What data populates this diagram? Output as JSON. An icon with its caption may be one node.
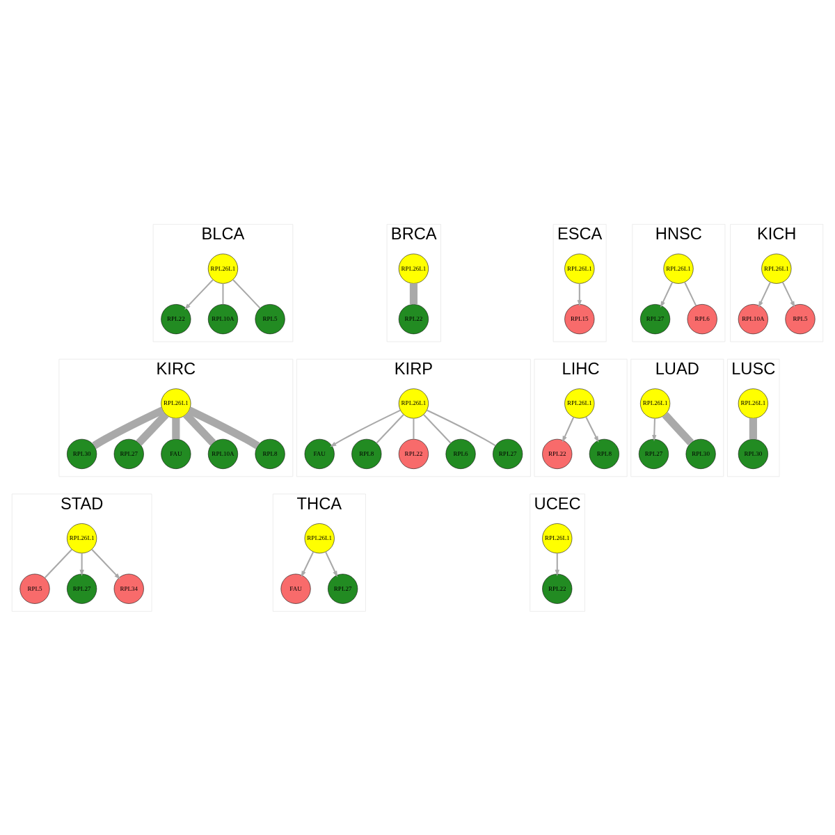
{
  "diagram": {
    "nodes": [
      {
        "text": [
          "BLCA"
        ]
      },
      {
        "text": [
          "RPL22"
        ],
        "in": 0
      },
      {
        "text": [
          "RPL26L1"
        ],
        "in": 0
      },
      {
        "text": [
          "RPL10A"
        ],
        "in": 0
      },
      {
        "text": [
          "RPL5"
        ],
        "in": 0
      },
      {
        "text": [
          "BRCA"
        ]
      },
      {
        "text": [
          "RPL22"
        ],
        "in": 5
      },
      {
        "text": [
          "RPL26L1"
        ],
        "in": 5
      },
      {
        "text": [
          "ESCA"
        ]
      },
      {
        "text": [
          "RPL15"
        ],
        "in": 8
      },
      {
        "text": [
          "RPL26L1"
        ],
        "in": 8
      },
      {
        "text": [
          "HNSC"
        ]
      },
      {
        "text": [
          "RPL27"
        ],
        "in": 11
      },
      {
        "text": [
          "RPL26L1"
        ],
        "in": 11
      },
      {
        "text": [
          "RPL6"
        ],
        "in": 11
      },
      {
        "text": [
          "KICH"
        ]
      },
      {
        "text": [
          "RPL10A"
        ],
        "in": 15
      },
      {
        "text": [
          "RPL26L1"
        ],
        "in": 15
      },
      {
        "text": [
          "RPL5"
        ],
        "in": 15
      },
      {
        "text": [
          "KIRC"
        ]
      },
      {
        "text": [
          "RPL30"
        ],
        "in": 19
      },
      {
        "text": [
          "RPL27"
        ],
        "in": 19
      },
      {
        "text": [
          "FAU"
        ],
        "in": 19
      },
      {
        "text": [
          "RPL26L1"
        ],
        "in": 19
      },
      {
        "text": [
          "RPL10A"
        ],
        "in": 19
      },
      {
        "text": [
          "RPL8"
        ],
        "in": 19
      },
      {
        "text": [
          "KIRP"
        ]
      },
      {
        "text": [
          "FAU"
        ],
        "in": 26
      },
      {
        "text": [
          "RPL8"
        ],
        "in": 26
      },
      {
        "text": [
          "RPL22"
        ],
        "in": 26
      },
      {
        "text": [
          "RPL26L1"
        ],
        "in": 26
      },
      {
        "text": [
          "RPL6"
        ],
        "in": 26
      },
      {
        "text": [
          "RPL27"
        ],
        "in": 26
      },
      {
        "text": [
          "LIHC"
        ]
      },
      {
        "text": [
          "RPL22"
        ],
        "in": 33
      },
      {
        "text": [
          "RPL26L1"
        ],
        "in": 33
      },
      {
        "text": [
          "RPL8"
        ],
        "in": 33
      },
      {
        "text": [
          "LUAD"
        ]
      },
      {
        "text": [
          "RPL27"
        ],
        "in": 37
      },
      {
        "text": [
          "RPL26L1"
        ],
        "in": 37
      },
      {
        "text": [
          "RPL30"
        ],
        "in": 37
      },
      {
        "text": [
          "LUSC"
        ]
      },
      {
        "text": [
          "RPL30"
        ],
        "in": 41
      },
      {
        "text": [
          "RPL26L1"
        ],
        "in": 41
      },
      {
        "text": [
          "STAD"
        ]
      },
      {
        "text": [
          "RPL5"
        ],
        "in": 44
      },
      {
        "text": [
          "RPL27"
        ],
        "in": 44
      },
      {
        "text": [
          "RPL26L1"
        ],
        "in": 44
      },
      {
        "text": [
          "RPL34"
        ],
        "in": 44
      },
      {
        "text": [
          "THCA"
        ]
      },
      {
        "text": [
          "FAU"
        ],
        "in": 49
      },
      {
        "text": [
          "RPL26L1"
        ],
        "in": 49
      },
      {
        "text": [
          "RPL27"
        ],
        "in": 49
      },
      {
        "text": [
          "UCEC"
        ]
      },
      {
        "text": [
          "RPL26L1"
        ],
        "in": 53
      },
      {
        "text": [
          "RPL22"
        ],
        "in": 53
      }
    ],
    "edges": [
      {
        "from": 2,
        "to": 1,
        "arrow": "to"
      },
      {
        "from": 2,
        "to": 3,
        "arrow": "none"
      },
      {
        "from": 2,
        "to": 4,
        "arrow": "none"
      },
      {
        "from": 7,
        "to": 6,
        "arrow": "none",
        "style": "thick"
      },
      {
        "from": 10,
        "to": 9,
        "arrow": "to"
      },
      {
        "from": 13,
        "to": 12,
        "arrow": "to"
      },
      {
        "from": 13,
        "to": 14,
        "arrow": "none"
      },
      {
        "from": 17,
        "to": 16,
        "arrow": "to"
      },
      {
        "from": 17,
        "to": 18,
        "arrow": "to"
      },
      {
        "from": 23,
        "to": 20,
        "arrow": "none",
        "style": "thick"
      },
      {
        "from": 23,
        "to": 21,
        "arrow": "none",
        "style": "thick"
      },
      {
        "from": 23,
        "to": 22,
        "arrow": "none",
        "style": "thick"
      },
      {
        "from": 23,
        "to": 24,
        "arrow": "none",
        "style": "thick"
      },
      {
        "from": 23,
        "to": 25,
        "arrow": "none",
        "style": "thick"
      },
      {
        "from": 30,
        "to": 27,
        "arrow": "to"
      },
      {
        "from": 30,
        "to": 28,
        "arrow": "none"
      },
      {
        "from": 30,
        "to": 29,
        "arrow": "none"
      },
      {
        "from": 30,
        "to": 31,
        "arrow": "none"
      },
      {
        "from": 30,
        "to": 32,
        "arrow": "none"
      },
      {
        "from": 35,
        "to": 34,
        "arrow": "to"
      },
      {
        "from": 35,
        "to": 36,
        "arrow": "to"
      },
      {
        "from": 39,
        "to": 38,
        "arrow": "to"
      },
      {
        "from": 39,
        "to": 40,
        "arrow": "none",
        "style": "thick"
      },
      {
        "from": 43,
        "to": 42,
        "arrow": "none",
        "style": "thick"
      },
      {
        "from": 47,
        "to": 45,
        "arrow": "none"
      },
      {
        "from": 47,
        "to": 46,
        "arrow": "to"
      },
      {
        "from": 47,
        "to": 48,
        "arrow": "to"
      },
      {
        "from": 51,
        "to": 50,
        "arrow": "to"
      },
      {
        "from": 51,
        "to": 52,
        "arrow": "to"
      },
      {
        "from": 54,
        "to": 55,
        "arrow": "to"
      }
    ]
  }
}
